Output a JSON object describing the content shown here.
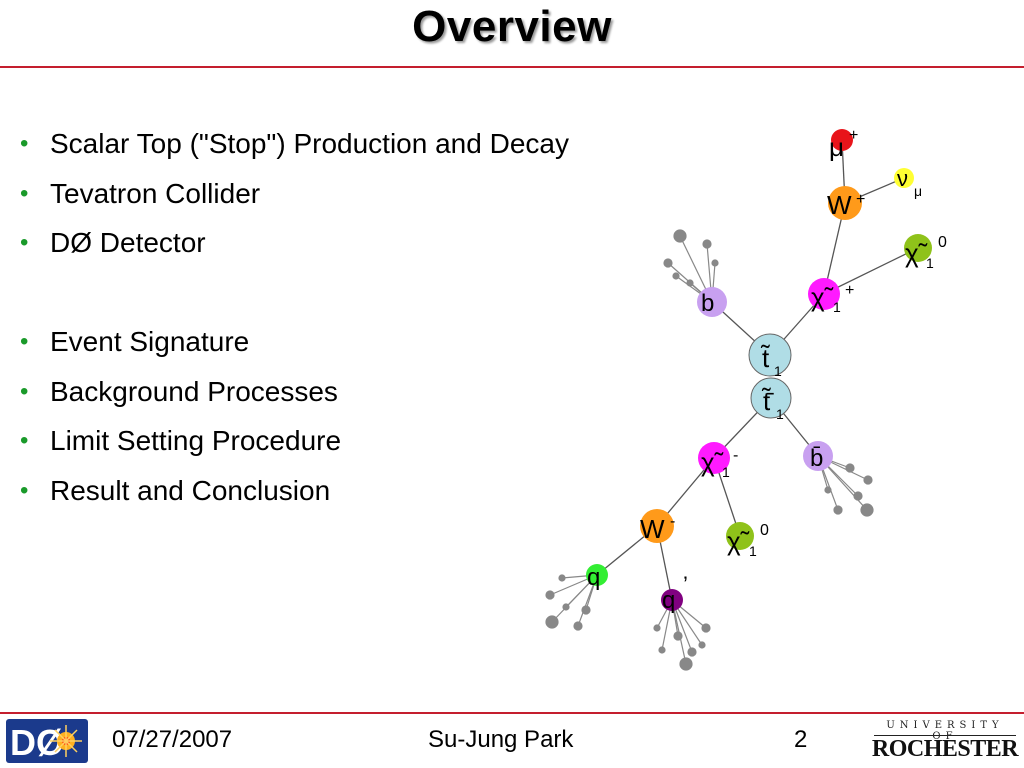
{
  "slide": {
    "title": "Overview",
    "bullets": [
      "Scalar Top (\"Stop\") Production and Decay",
      "Tevatron Collider",
      "DØ Detector",
      "Event Signature",
      "Background Processes",
      "Limit Setting Procedure",
      "Result and Conclusion"
    ]
  },
  "diagram": {
    "labels": {
      "mu": "μ",
      "mu_charge": "+",
      "nu": "ν",
      "nu_sub": "μ",
      "w_plus": "W",
      "w_plus_charge": "+",
      "chi0_top": "χ̃",
      "chi0_top_sub": "1",
      "chi0_top_sup": "0",
      "b": "b",
      "chi_plus": "χ̃",
      "chi_plus_sub": "1",
      "chi_plus_sup": "+",
      "stop": "t̃",
      "stop_sub": "1",
      "antistop": "t̃̄",
      "antistop_sub": "1",
      "chi_minus": "χ̃",
      "chi_minus_sub": "1",
      "chi_minus_sup": "-",
      "bbar": "b̄",
      "w_minus": "W",
      "w_minus_charge": "-",
      "chi0_bot": "χ̃",
      "chi0_bot_sub": "1",
      "chi0_bot_sup": "0",
      "q": "q",
      "qprime": "q",
      "qprime_mark": "’"
    },
    "colors": {
      "muon": "#e8141a",
      "neutrino": "#ffff33",
      "w_boson": "#ff9a1a",
      "neutralino": "#8fc21a",
      "bquark": "#c8a0f0",
      "chargino": "#ff1aff",
      "stop": "#b0dde6",
      "quark": "#33ee33",
      "quark_prime": "#800080",
      "jet": "#888888",
      "line": "#555555"
    }
  },
  "footer": {
    "date": "07/27/2007",
    "author": "Su-Jung Park",
    "page": "2",
    "logo_left_text": "DØ",
    "logo_right_top": "UNIVERSITY OF",
    "logo_right_main": "ROCHESTER"
  }
}
